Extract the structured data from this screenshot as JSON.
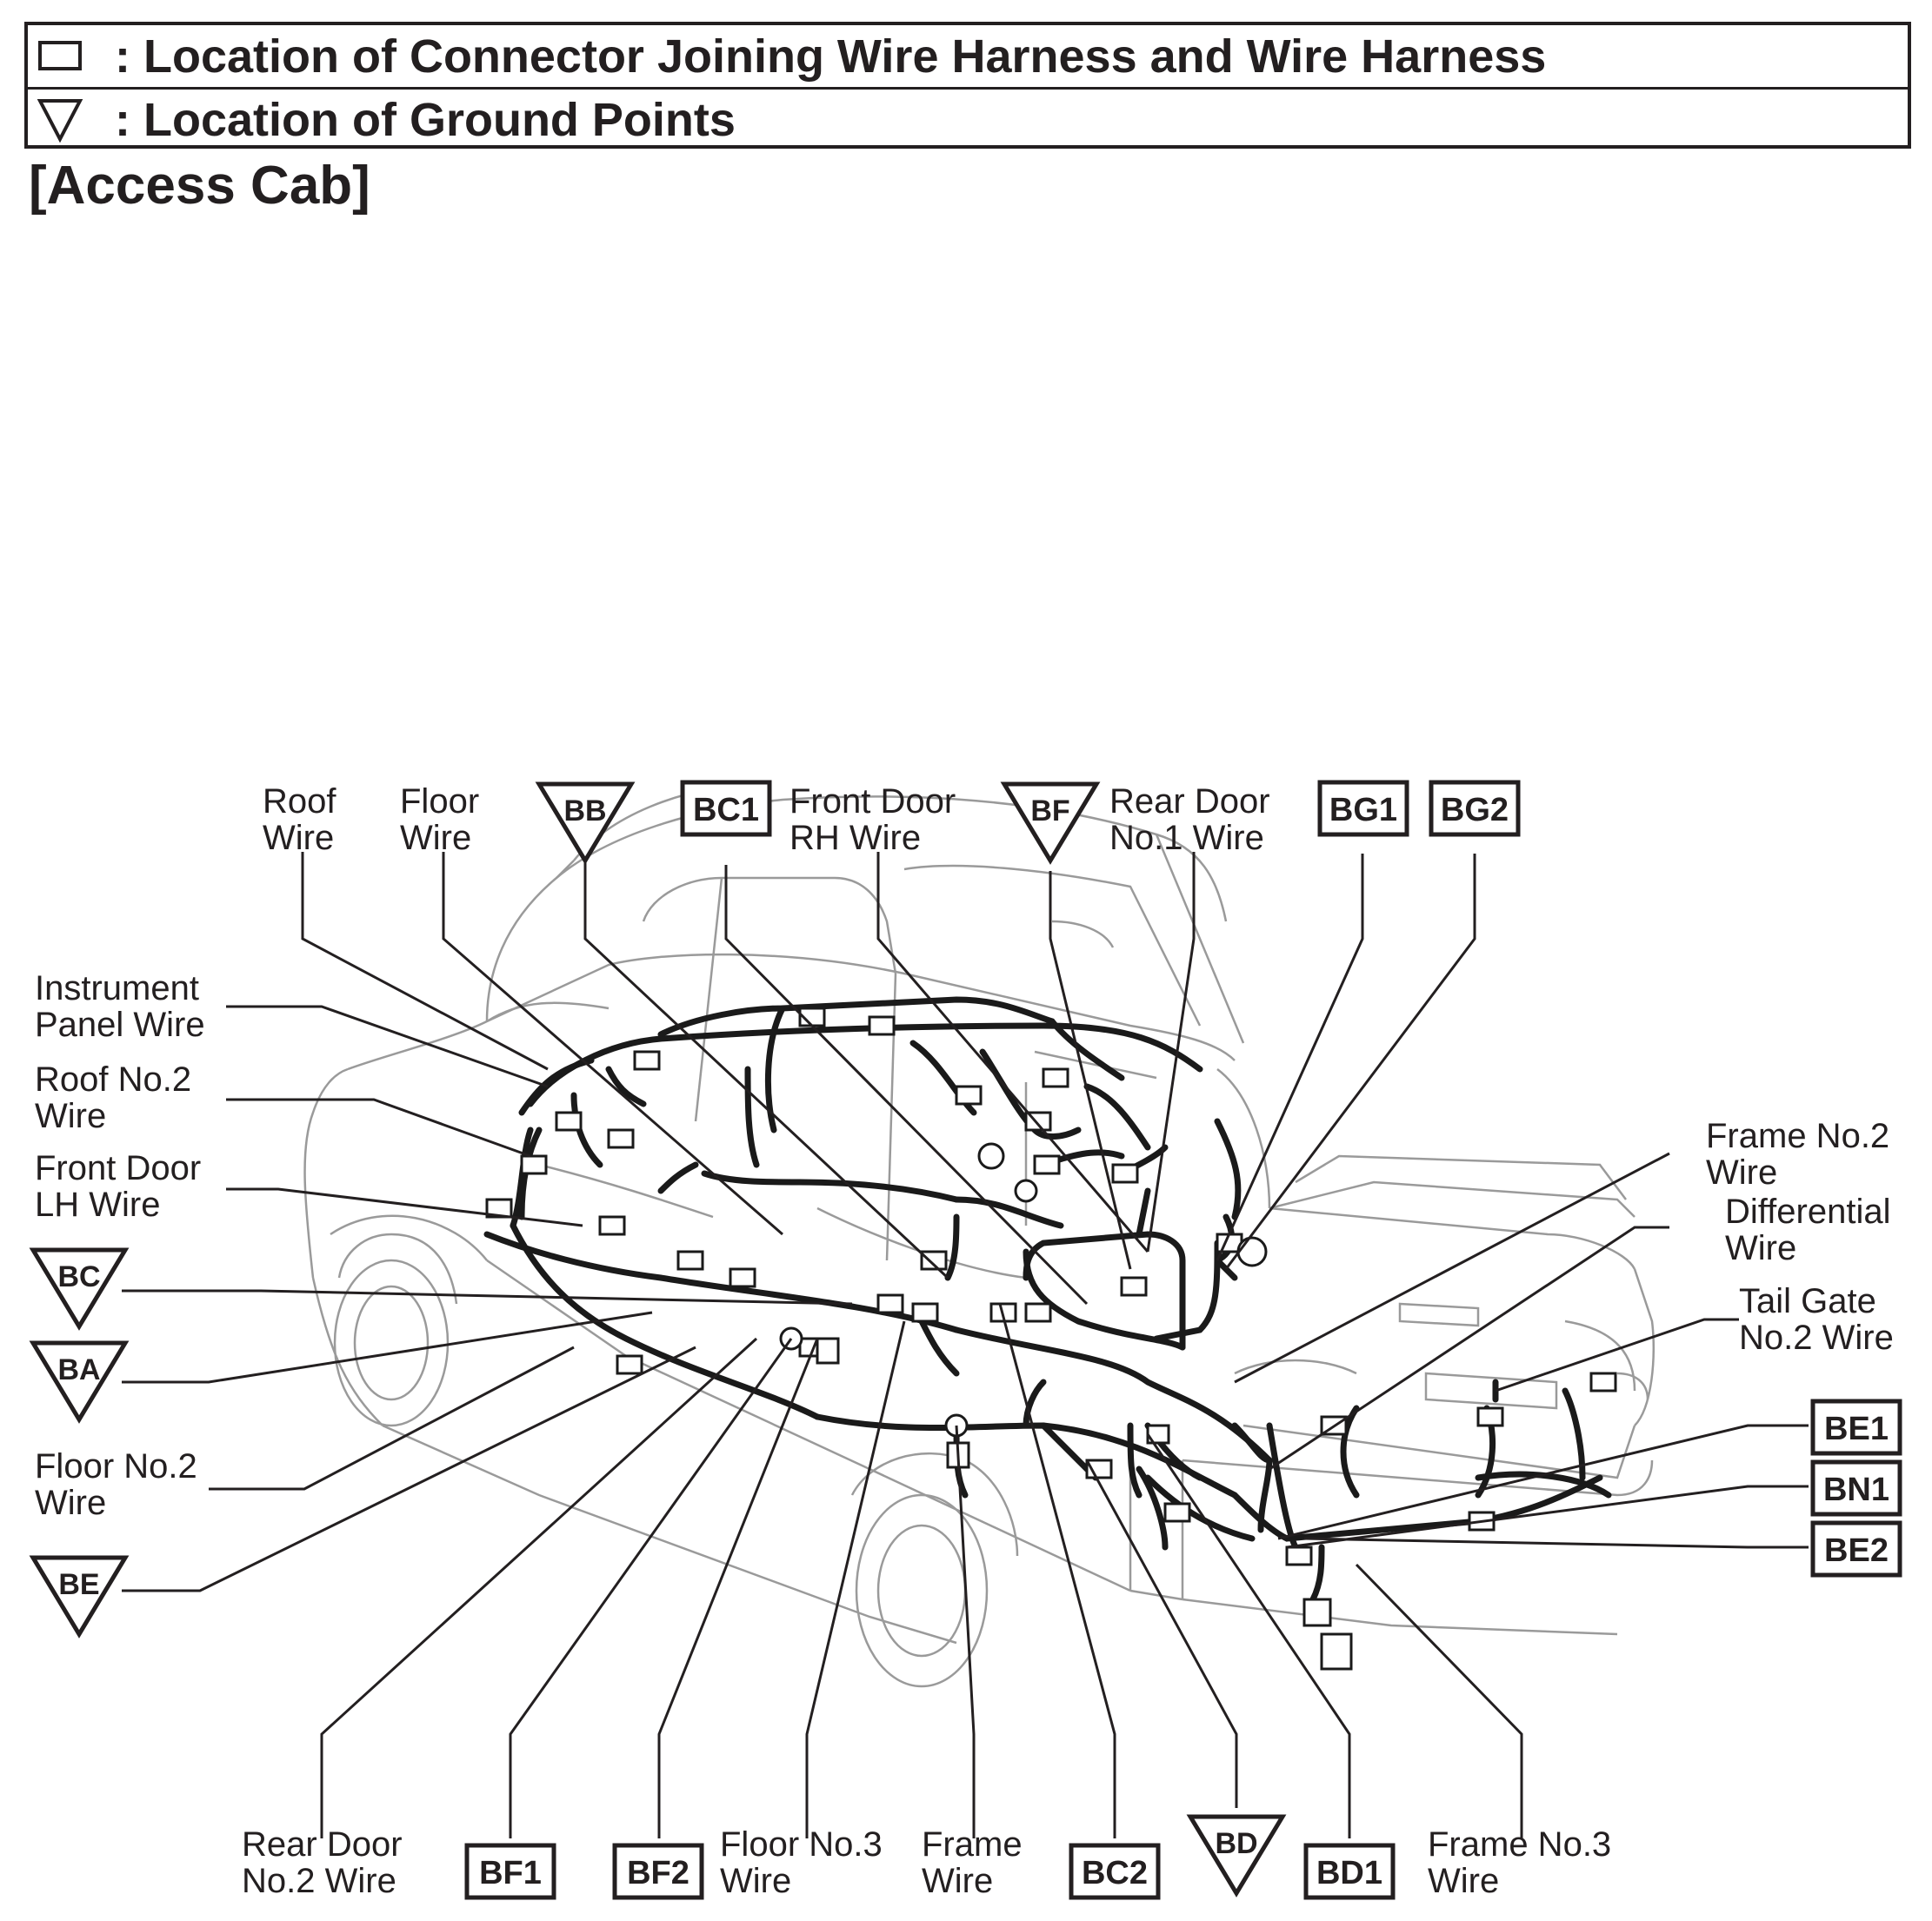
{
  "legend": {
    "connector_text": ": Location of Connector Joining Wire Harness and Wire Harness",
    "ground_text": ": Location of Ground Points",
    "connector_icon": "rectangle-icon",
    "ground_icon": "down-triangle-icon"
  },
  "title": "[Access Cab]",
  "wire_labels": {
    "roof": [
      "Roof",
      "Wire"
    ],
    "floor": [
      "Floor",
      "Wire"
    ],
    "front_door_rh": [
      "Front Door",
      "RH Wire"
    ],
    "rear_door_no1": [
      "Rear Door",
      "No.1 Wire"
    ],
    "instrument_panel": [
      "Instrument",
      "Panel Wire"
    ],
    "roof_no2": [
      "Roof No.2",
      "Wire"
    ],
    "front_door_lh": [
      "Front Door",
      "LH Wire"
    ],
    "floor_no2": [
      "Floor No.2",
      "Wire"
    ],
    "frame_no2": [
      "Frame No.2",
      "Wire"
    ],
    "differential": [
      "Differential",
      "Wire"
    ],
    "tail_gate_no2": [
      "Tail Gate",
      "No.2 Wire"
    ],
    "rear_door_no2": [
      "Rear Door",
      "No.2 Wire"
    ],
    "floor_no3": [
      "Floor No.3",
      "Wire"
    ],
    "frame": [
      "Frame",
      "Wire"
    ],
    "frame_no3": [
      "Frame No.3",
      "Wire"
    ]
  },
  "connectors": {
    "bc1": "BC1",
    "bg1": "BG1",
    "bg2": "BG2",
    "be1": "BE1",
    "bn1": "BN1",
    "be2": "BE2",
    "bf1": "BF1",
    "bf2": "BF2",
    "bc2": "BC2",
    "bd1": "BD1"
  },
  "grounds": {
    "bb": "BB",
    "bf": "BF",
    "bc": "BC",
    "ba": "BA",
    "be": "BE",
    "bd": "BD"
  }
}
